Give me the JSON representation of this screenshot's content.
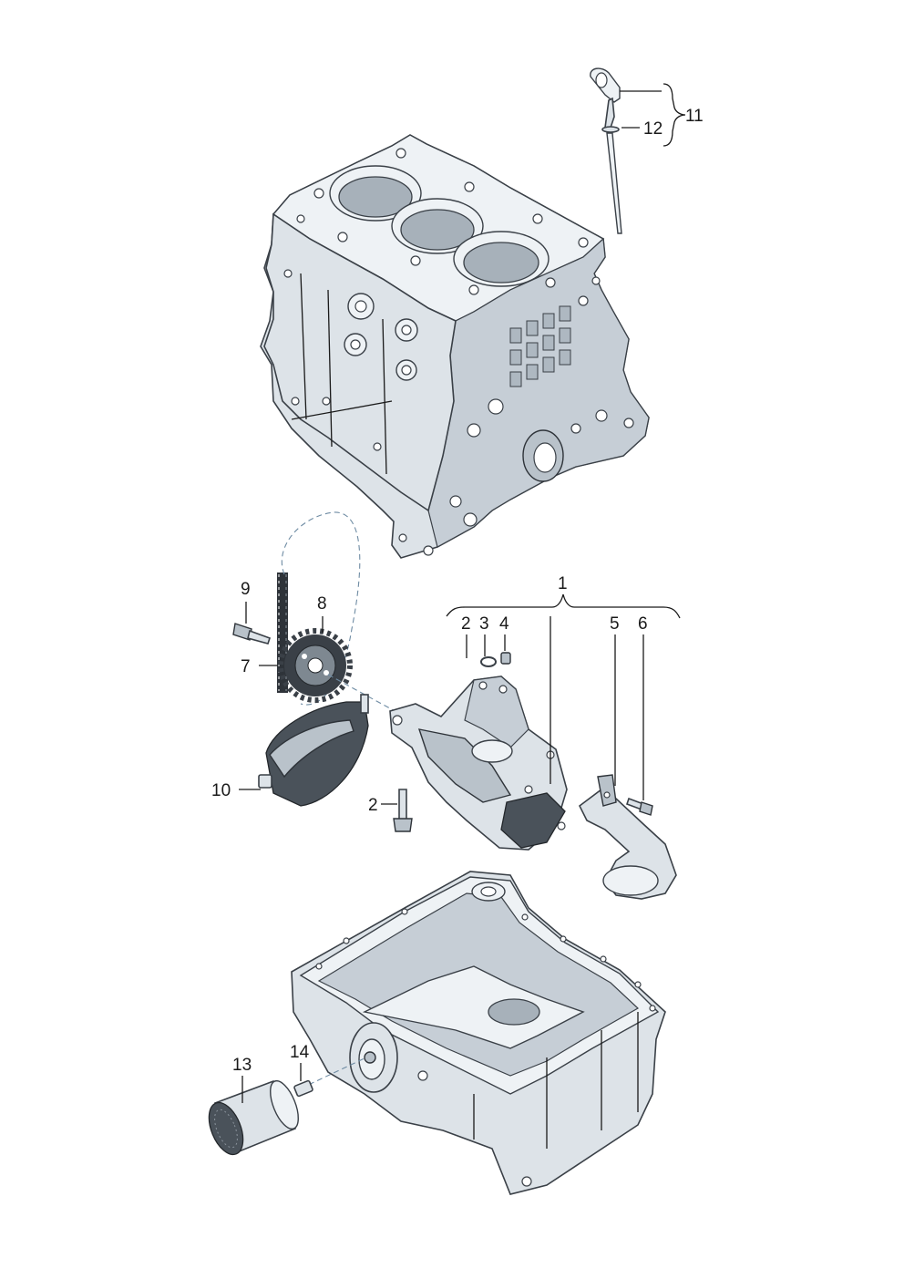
{
  "diagram": {
    "callouts": {
      "c1": "1",
      "c2a": "2",
      "c2b": "2",
      "c3": "3",
      "c4": "4",
      "c5": "5",
      "c6": "6",
      "c7": "7",
      "c8": "8",
      "c9": "9",
      "c10": "10",
      "c11": "11",
      "c12": "12",
      "c13": "13",
      "c14": "14"
    },
    "parts": [
      "cylinder-block",
      "oil-dipstick",
      "drive-chain",
      "chain-sprocket",
      "chain-cover",
      "oil-pump",
      "suction-pipe",
      "oil-sump",
      "oil-filter",
      "filter-union"
    ]
  }
}
